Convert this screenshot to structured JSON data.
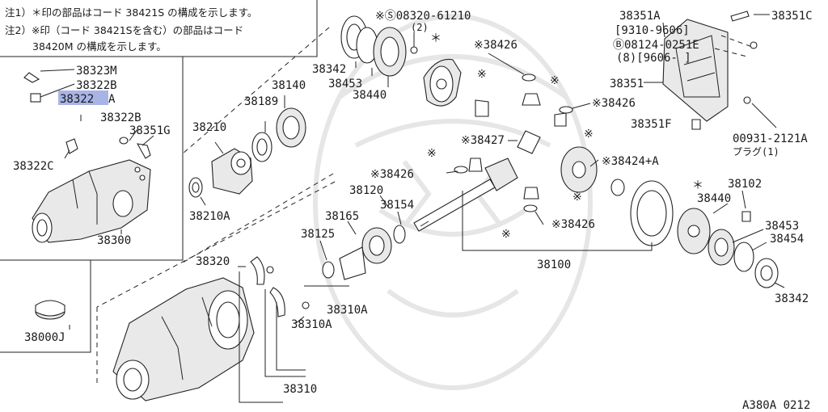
{
  "notes": {
    "line1": "注1）＊印の部品はコード 38421S の構成を示します。",
    "line2": "注2）※印（コード 38421Sを含む）の部品はコード",
    "line3": "38420M の構成を示します。"
  },
  "labels": {
    "p38323M": "38323M",
    "p38322B_top": "38322B",
    "p38322A_hl": "38322",
    "p38322A_suffix": "A",
    "p38322B_mid": "38322B",
    "p38351G": "38351G",
    "p38322C": "38322C",
    "p38300": "38300",
    "p38000J": "38000J",
    "p38342_left": "38342",
    "p38453_left": "38453",
    "p38440_left": "38440",
    "p08320": "※Ⓢ08320-61210",
    "p08320_qty": "(2)",
    "star_top": "＊",
    "p38426_top": "※38426",
    "p38140": "38140",
    "p38189": "38189",
    "p38210": "38210",
    "p38210A": "38210A",
    "p38351A": "38351A",
    "p38351A_date": "[9310-9606]",
    "p08124": "Ⓑ08124-0251E",
    "p08124_qty": "(8)[9606-      ]",
    "p38351C": "38351C",
    "p38351": "38351",
    "p38426_mid": "※38426",
    "p38351F": "38351F",
    "p00931": "00931-2121A",
    "p00931_sub": "プラグ(1)",
    "p38427": "※38427",
    "p38424A": "※38424+A",
    "p38426_gear": "※38426",
    "p38120": "38120",
    "p38154": "38154",
    "p38165": "38165",
    "p38125": "38125",
    "p38426_low": "※38426",
    "p38102": "38102",
    "star_right": "＊",
    "p38440_right": "38440",
    "p38453_right": "38453",
    "p38454": "38454",
    "p38100": "38100",
    "p38342_right": "38342",
    "p38320": "38320",
    "p38310A_a": "38310A",
    "p38310A_b": "38310A",
    "p38310": "38310",
    "mark": "※",
    "footer": "A380A 0212"
  },
  "colors": {
    "highlight": "#a9b4e6",
    "line": "#222222",
    "watermark": "#e6e6e6"
  }
}
